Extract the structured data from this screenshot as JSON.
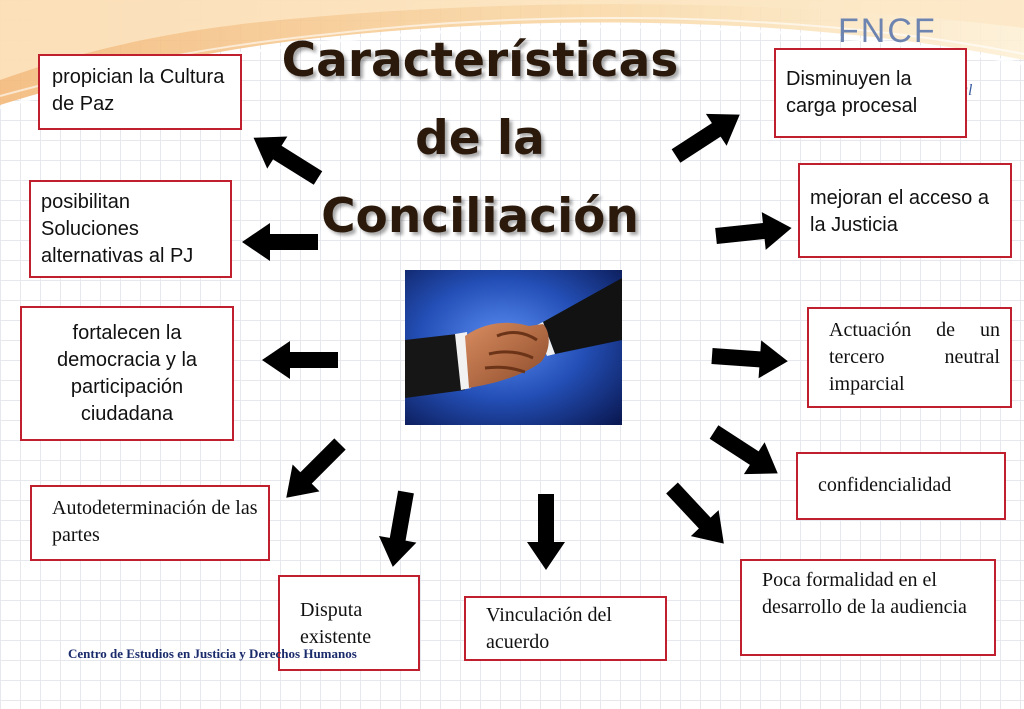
{
  "title": {
    "line1": "Características",
    "line2": "de la",
    "line3": "Conciliación"
  },
  "logo": {
    "text": "FNCF",
    "subtitle": "al"
  },
  "footer": "Centro de Estudios en Justicia y Derechos Humanos",
  "characteristics": [
    "propician la Cultura de Paz",
    "posibilitan Soluciones alternativas al PJ",
    "fortalecen la democracia y la participación ciudadana",
    "Autodeterminación de las partes",
    "Disputa existente",
    "Vinculación del acuerdo",
    "Poca formalidad en el desarrollo de la audiencia",
    "confidencialidad",
    "Actuación de un tercero neutral imparcial",
    "mejoran el acceso a la Justicia",
    "Disminuyen la carga procesal"
  ],
  "colors": {
    "border": "#c0202e",
    "arrow": "#000000",
    "title": "#2b1a0c",
    "footer": "#1a2b6b"
  },
  "image": {
    "subject": "handshake-photo"
  }
}
